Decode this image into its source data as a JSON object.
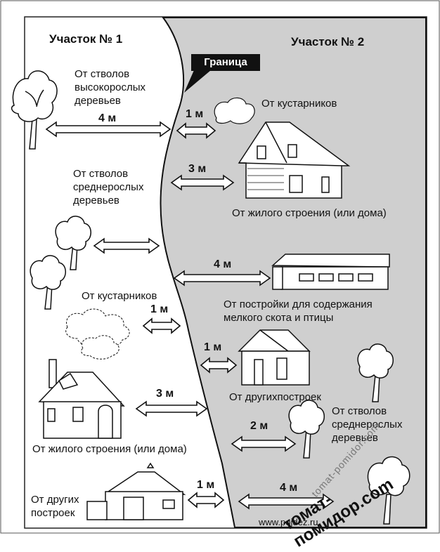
{
  "plot1": {
    "title": "Участок № 1"
  },
  "plot2": {
    "title": "Участок № 2"
  },
  "border": {
    "label": "Граница"
  },
  "labels": {
    "tall_trees": "От стволов\nвысокорослых\nдеревьев",
    "shrubs_right": "От кустарников",
    "medium_trees_left": "От стволов\nсреднерослых\nдеревьев",
    "house_right": "От жилого строения (или дома)",
    "livestock": "От постройки для содержания\nмелкого скота и птицы",
    "shrubs_left": "От кустарников",
    "other_right": "От другихпостроек",
    "medium_trees_right": "От стволов\nсреднерослых\nдеревьев",
    "house_left": "От жилого строения (или дома)",
    "other_left": "От других\nпострoек"
  },
  "distances": {
    "tall_trees": "4 м",
    "shrubs_right": "1 м",
    "house_right": "3 м",
    "livestock": "4 м",
    "shrubs_left": "1 м",
    "other_right": "1 м",
    "house_left": "3 м",
    "medium_trees_right": "2 м",
    "other_left": "1 м",
    "bottom_right": "4 м"
  },
  "watermarks": {
    "main": "томат-помидор.com",
    "diagonal": "tomat-pomidor.com",
    "credit": "www.pojdez.ru"
  }
}
